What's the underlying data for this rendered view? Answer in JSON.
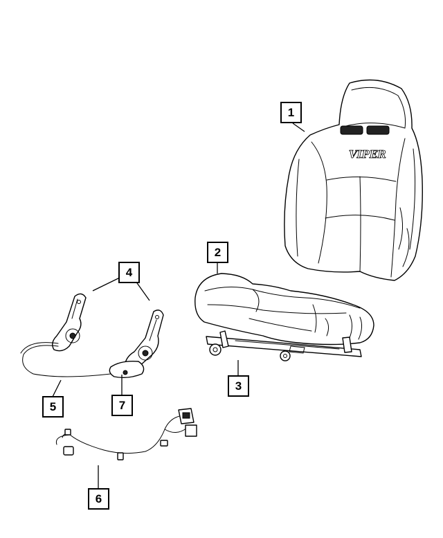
{
  "diagram": {
    "callouts": [
      {
        "id": "1",
        "label": "1"
      },
      {
        "id": "2",
        "label": "2"
      },
      {
        "id": "3",
        "label": "3"
      },
      {
        "id": "4",
        "label": "4"
      },
      {
        "id": "5",
        "label": "5"
      },
      {
        "id": "6",
        "label": "6"
      },
      {
        "id": "7",
        "label": "7"
      }
    ],
    "parts": [
      {
        "callout": "1",
        "icon": "seat-back-icon"
      },
      {
        "callout": "2",
        "icon": "seat-cushion-icon"
      },
      {
        "callout": "3",
        "icon": "seat-track-icon"
      },
      {
        "callout": "4",
        "icon": "recliner-mechanism-icon"
      },
      {
        "callout": "5",
        "icon": "recliner-cable-icon"
      },
      {
        "callout": "6",
        "icon": "wiring-harness-icon"
      },
      {
        "callout": "7",
        "icon": "recliner-handle-icon"
      }
    ],
    "emblem_text": "VIPER",
    "colors": {
      "line": "#000000",
      "background": "#ffffff"
    }
  }
}
